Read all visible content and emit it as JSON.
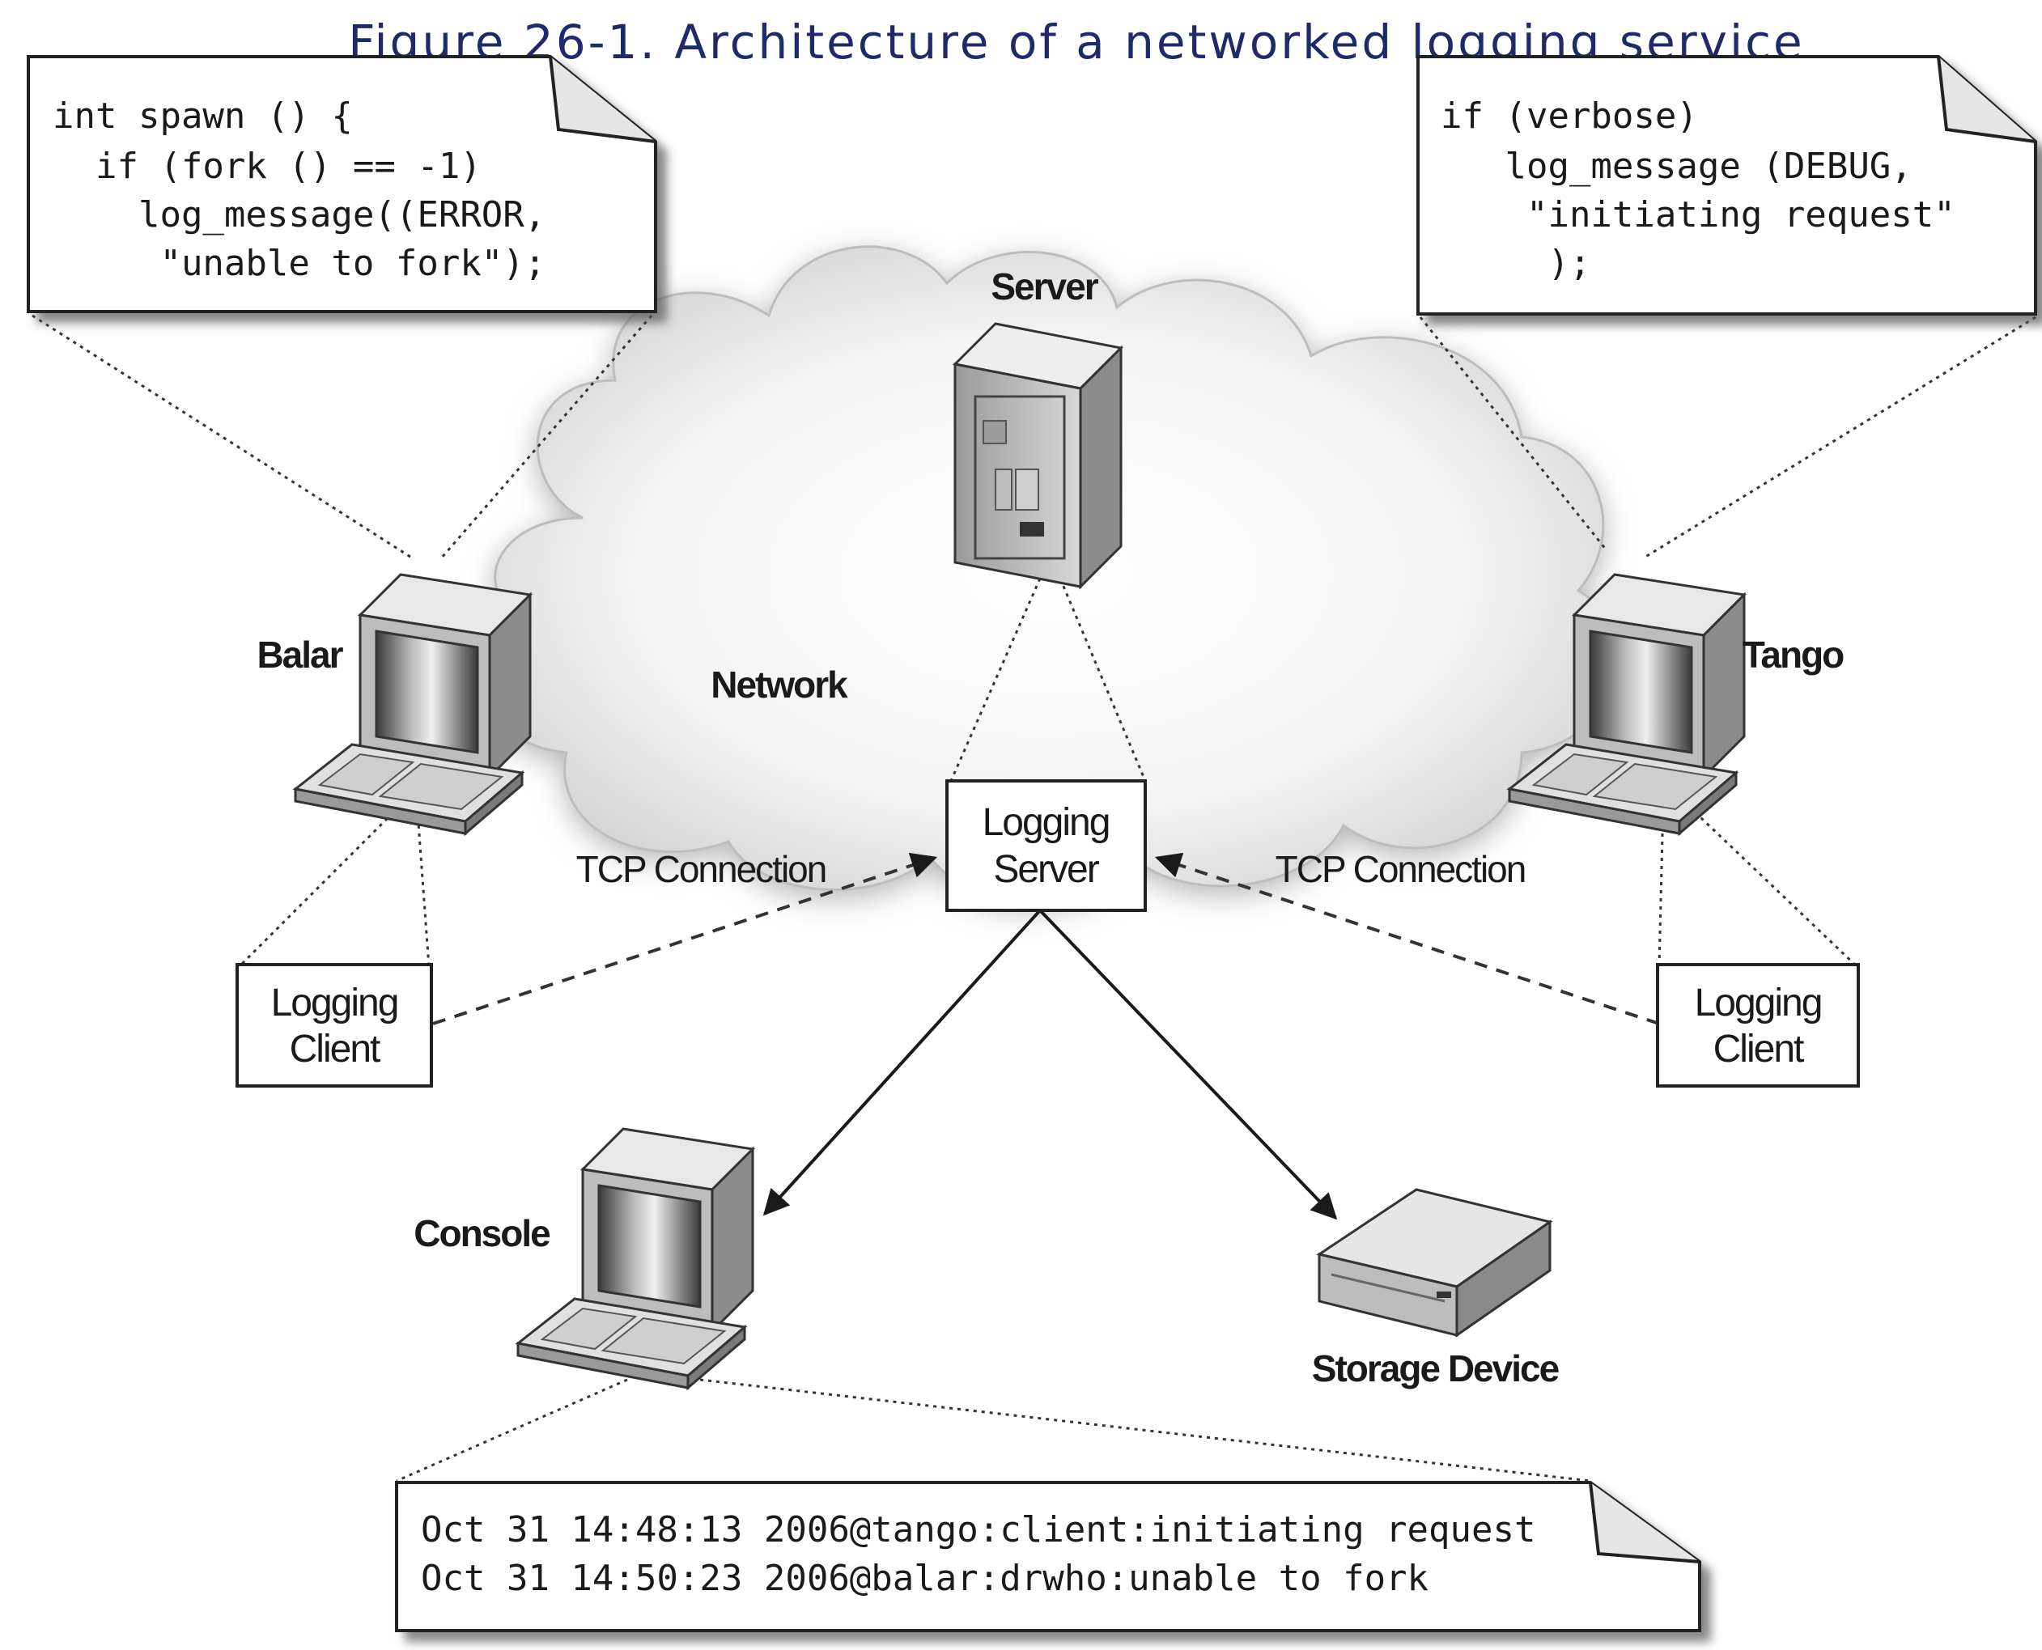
{
  "caption": "Figure 26-1. Architecture of a networked logging service",
  "nodes": {
    "server": "Server",
    "network": "Network",
    "balar": "Balar",
    "tango": "Tango",
    "console": "Console",
    "storage": "Storage Device"
  },
  "boxes": {
    "logging_server": [
      "Logging",
      "Server"
    ],
    "logging_client_left": [
      "Logging",
      "Client"
    ],
    "logging_client_right": [
      "Logging",
      "Client"
    ]
  },
  "edges": {
    "tcp_left": "TCP Connection",
    "tcp_right": "TCP Connection"
  },
  "notes": {
    "balar_code": [
      "int spawn () {",
      "  if (fork () == -1)",
      "    log_message((ERROR,",
      "     \"unable to fork\");"
    ],
    "tango_code": [
      "if (verbose)",
      "   log_message (DEBUG,",
      "    \"initiating request\"",
      "     );"
    ],
    "console_log": [
      "Oct 31 14:48:13 2006@tango:client:initiating request",
      "Oct 31 14:50:23 2006@balar:drwho:unable to fork"
    ]
  }
}
